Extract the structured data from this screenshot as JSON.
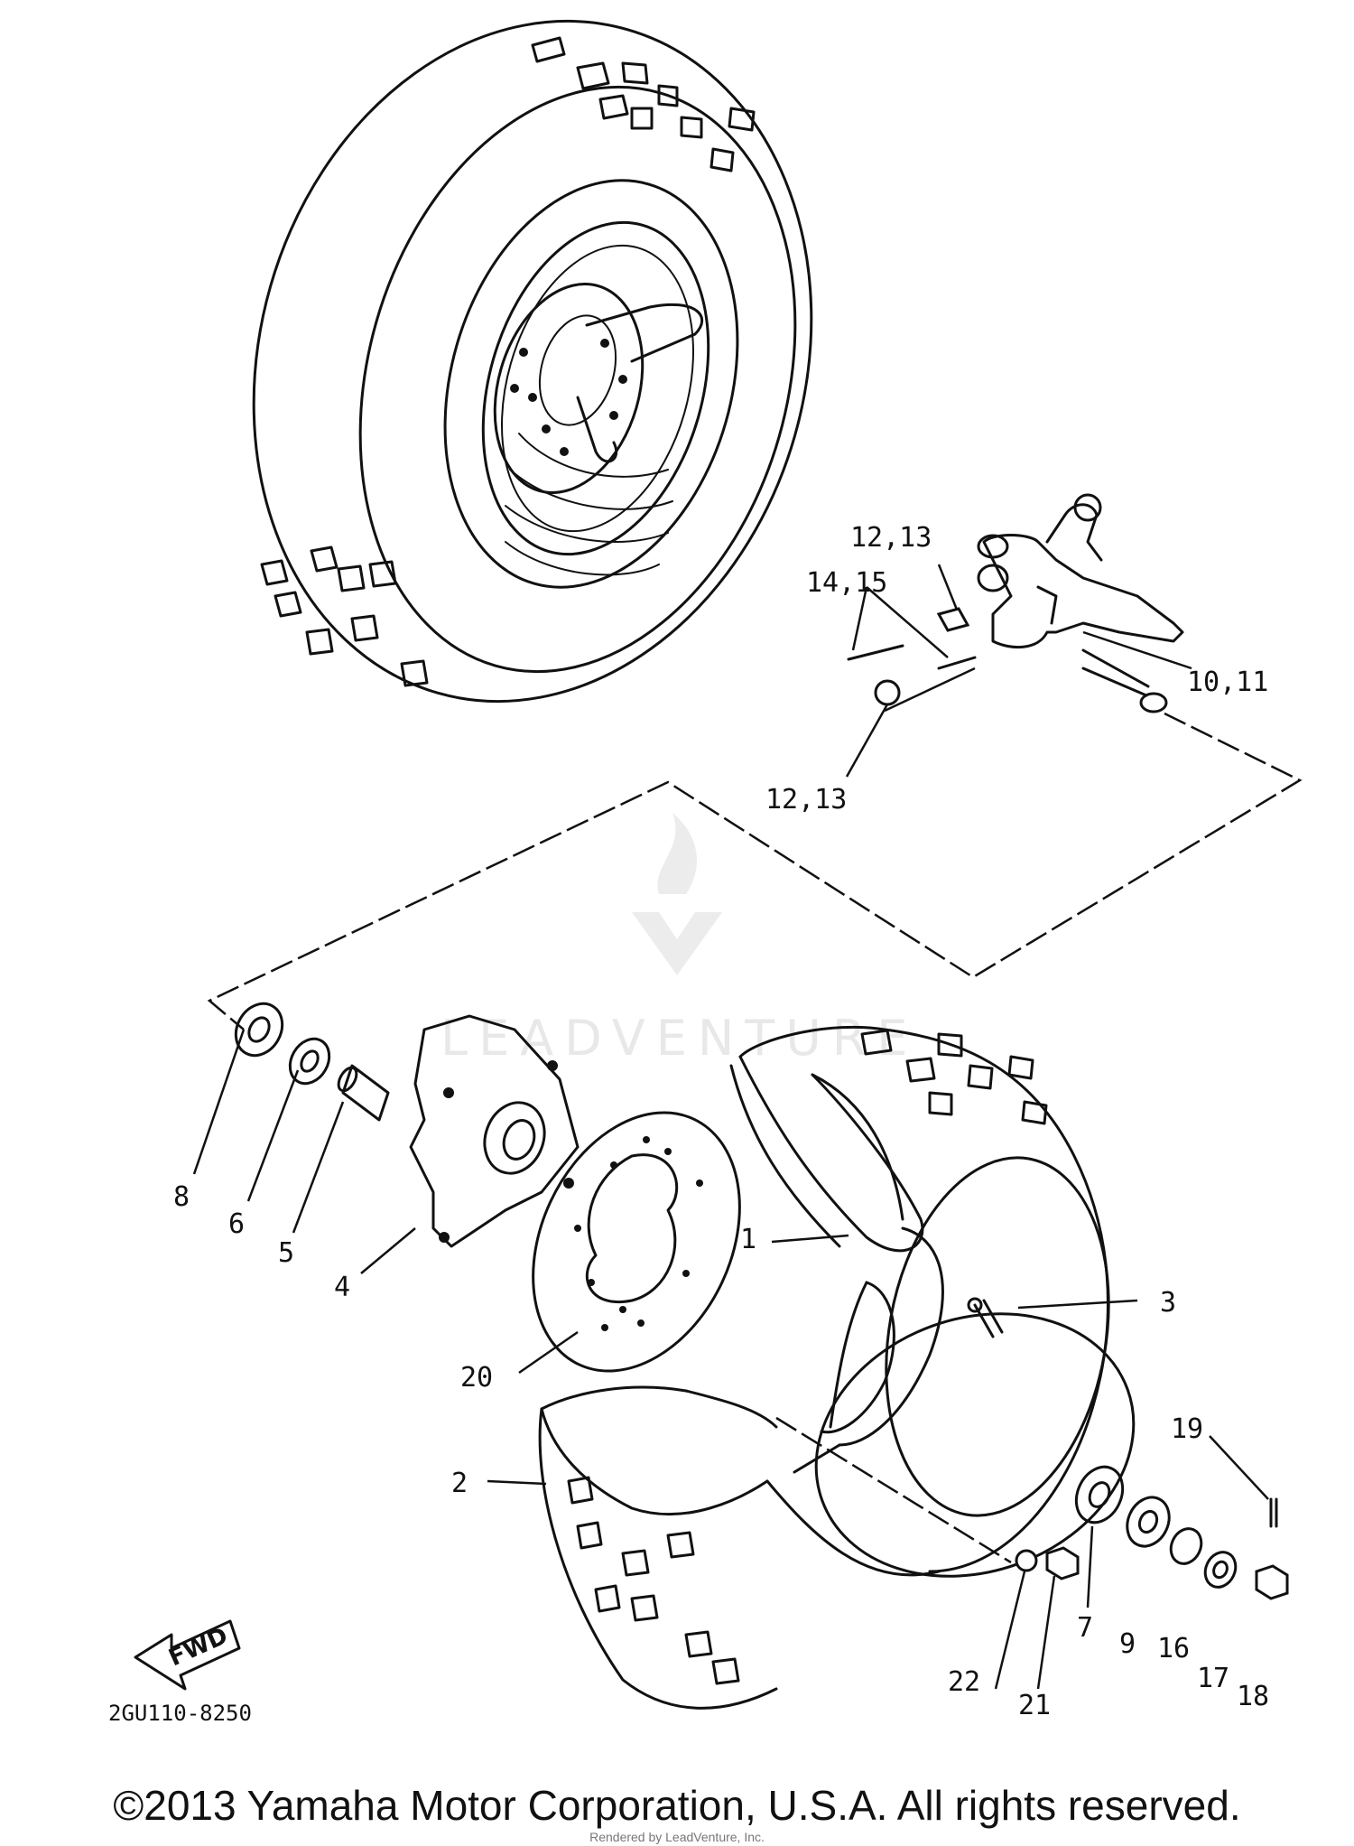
{
  "diagram": {
    "part_code": "2GU110-8250",
    "direction_label": "FWD",
    "watermark": "LEADVENTURE",
    "callouts": {
      "p1": "1",
      "p2": "2",
      "p3": "3",
      "p4": "4",
      "p5": "5",
      "p6": "6",
      "p7": "7",
      "p8": "8",
      "p9": "9",
      "p10_11": "10,11",
      "p12_13_top": "12,13",
      "p12_13_bottom": "12,13",
      "p14_15": "14,15",
      "p16": "16",
      "p17": "17",
      "p18": "18",
      "p19": "19",
      "p20": "20",
      "p21": "21",
      "p22": "22"
    }
  },
  "footer": {
    "copyright": "©2013 Yamaha Motor Corporation, U.S.A. All rights reserved.",
    "rendered_by": "Rendered by LeadVenture, Inc."
  }
}
